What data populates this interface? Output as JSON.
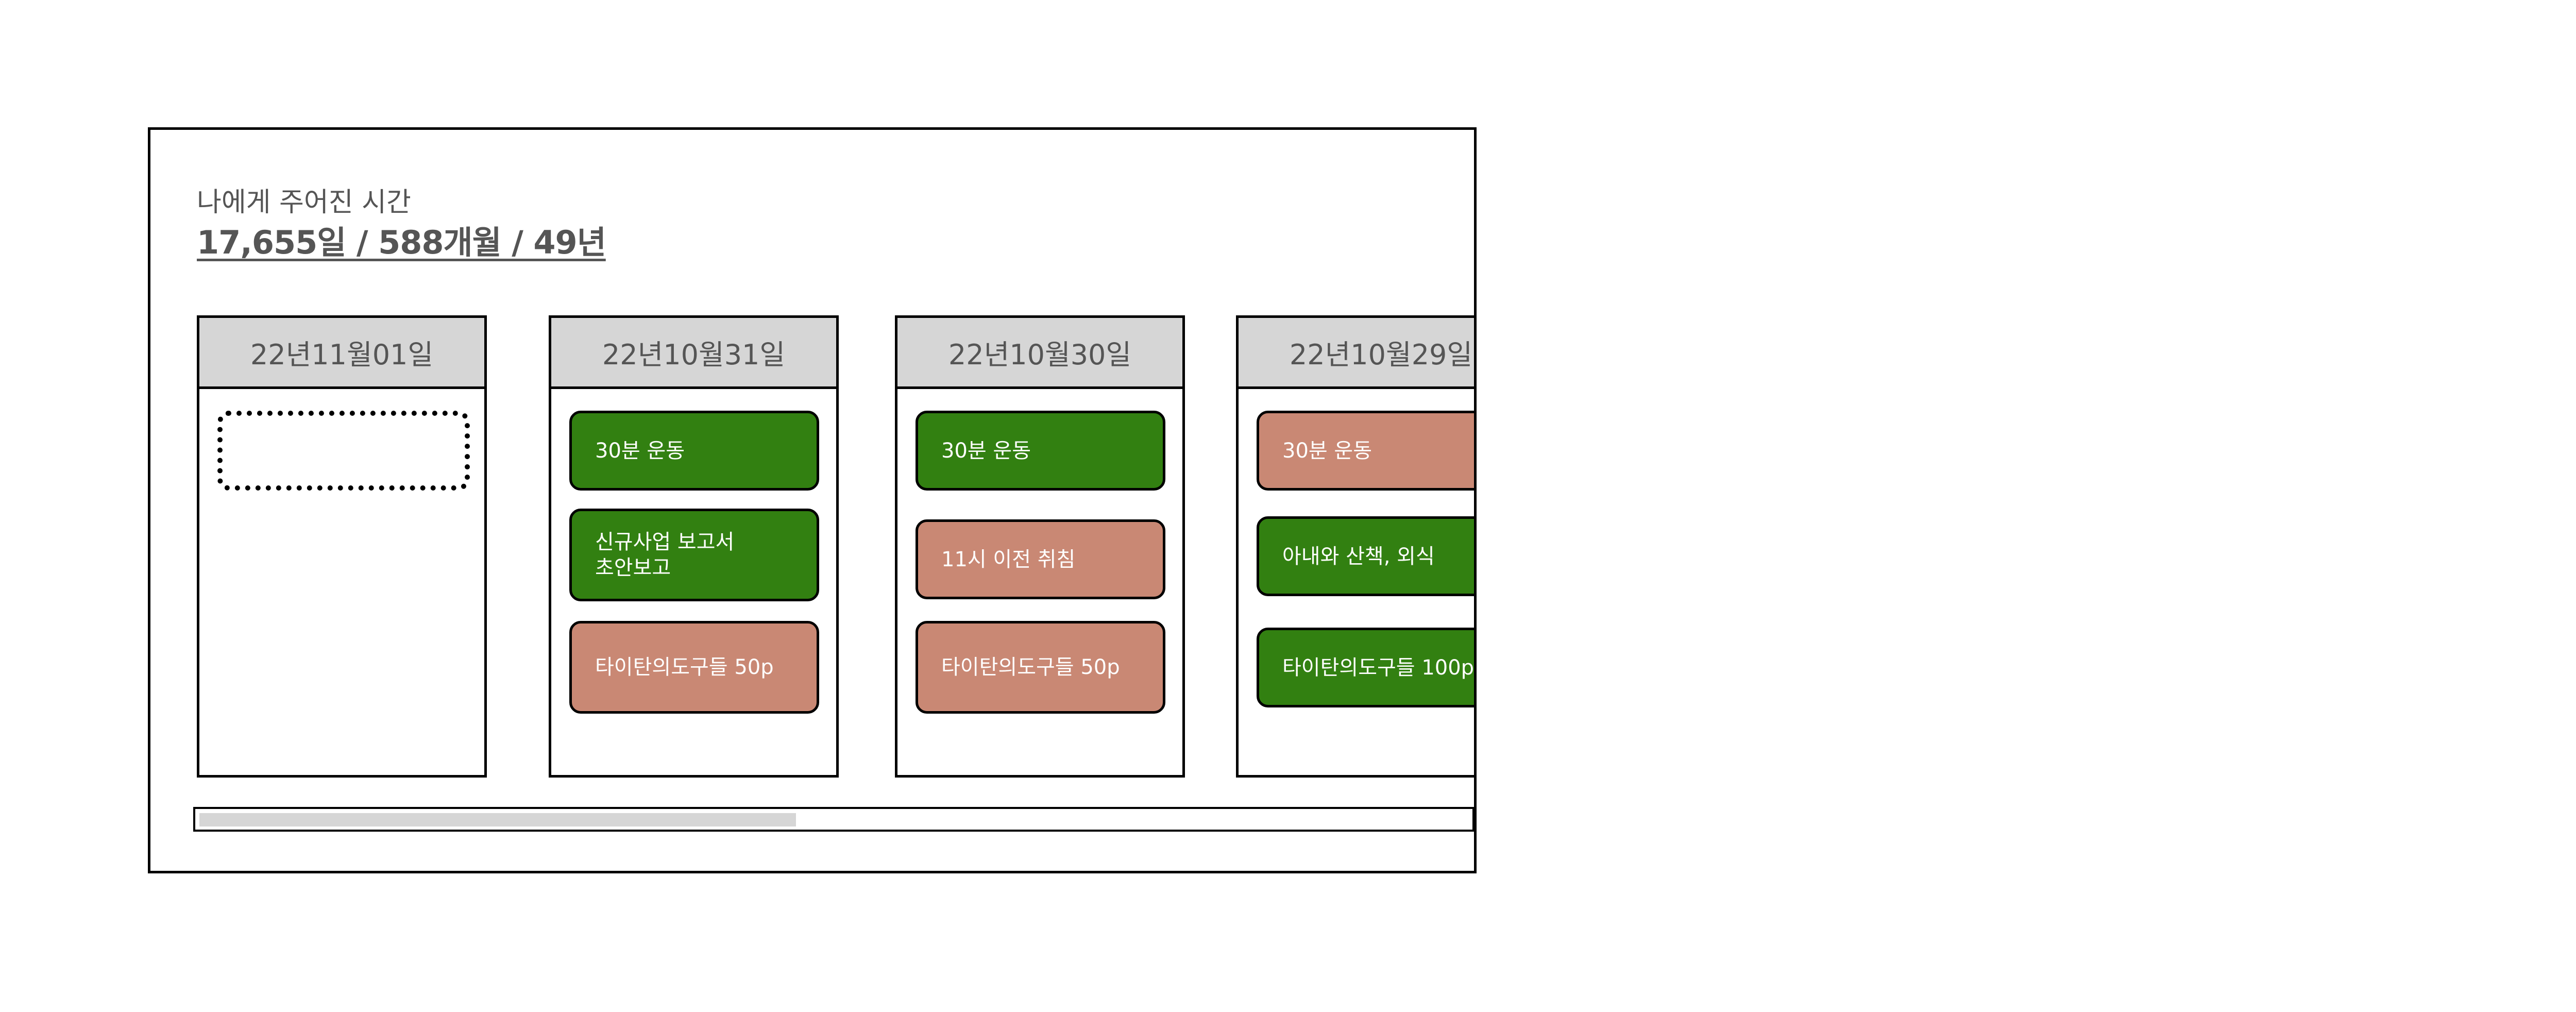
{
  "header": {
    "subtitle": "나에게 주어진 시간",
    "remaining": "17,655일 / 588개월 / 49년"
  },
  "days": [
    {
      "date": "22년11월01일",
      "tasks": []
    },
    {
      "date": "22년10월31일",
      "tasks": [
        {
          "label": "30분 운동",
          "status": "done"
        },
        {
          "label": "신규사업 보고서\n초안보고",
          "status": "done"
        },
        {
          "label": "타이탄의도구들 50p",
          "status": "missed"
        }
      ]
    },
    {
      "date": "22년10월30일",
      "tasks": [
        {
          "label": "30분 운동",
          "status": "done"
        },
        {
          "label": "11시 이전 취침",
          "status": "missed"
        },
        {
          "label": "타이탄의도구들 50p",
          "status": "missed"
        }
      ]
    },
    {
      "date": "22년10월29일",
      "tasks": [
        {
          "label": "30분 운동",
          "status": "missed"
        },
        {
          "label": "아내와 산책, 외식",
          "status": "done"
        },
        {
          "label": "타이탄의도구들 100p",
          "status": "done"
        }
      ]
    }
  ],
  "colors": {
    "done": "#328011",
    "missed": "#c98874",
    "header_bg": "#d6d6d6"
  },
  "scroll": {
    "position": 0.47
  }
}
